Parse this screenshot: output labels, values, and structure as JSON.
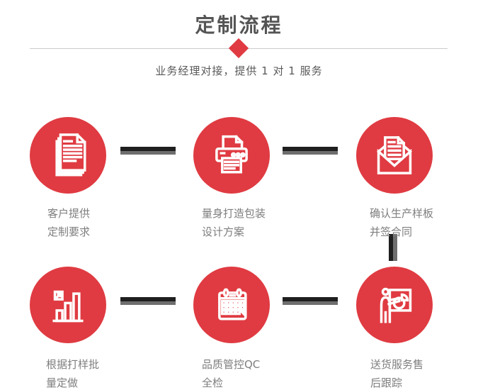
{
  "header": {
    "title": "定制流程",
    "subtitle": "业务经理对接，提供 1 对 1 服务"
  },
  "colors": {
    "accent_red": "#e03b42",
    "connector_dark": "#1f1f1f",
    "connector_gray": "#6e6e6e",
    "title_gray": "#555555",
    "subtitle_gray": "#595959",
    "caption_gray": "#7e7e7e",
    "divider_gray": "#cccccc"
  },
  "steps": [
    {
      "icon": "documents-icon",
      "line1": "客户提供",
      "line2": "定制要求"
    },
    {
      "icon": "printer-icon",
      "line1": "量身打造包装",
      "line2": "设计方案"
    },
    {
      "icon": "envelope-icon",
      "line1": "确认生产样板",
      "line2": "并签合同"
    },
    {
      "icon": "bar-chart-icon",
      "line1": "根据打样批",
      "line2": "量定做"
    },
    {
      "icon": "calendar-icon",
      "line1": "品质管控QC",
      "line2": "全检"
    },
    {
      "icon": "presenter-icon",
      "line1": "送货服务售",
      "line2": "后跟踪"
    }
  ]
}
